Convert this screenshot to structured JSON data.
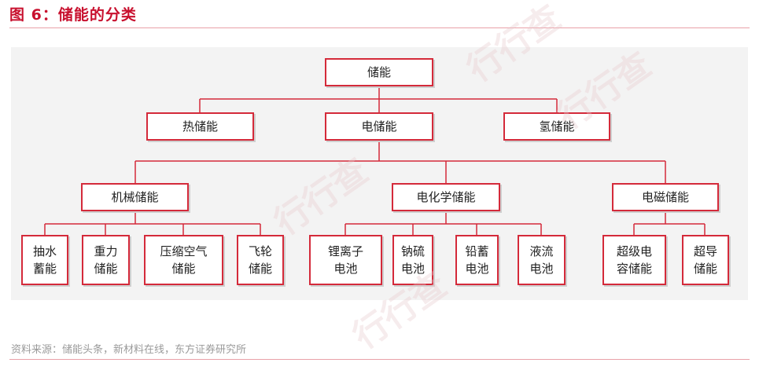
{
  "title": "图 6：储能的分类",
  "source": "资料来源：储能头条，新材料在线，东方证券研究所",
  "watermark": "行行查",
  "root": {
    "label": "储能"
  },
  "level1": [
    {
      "label": "热储能"
    },
    {
      "label": "电储能"
    },
    {
      "label": "氢储能"
    }
  ],
  "level2": [
    {
      "label": "机械储能"
    },
    {
      "label": "电化学储能"
    },
    {
      "label": "电磁储能"
    }
  ],
  "level3": [
    {
      "label": "抽水\n蓄能"
    },
    {
      "label": "重力\n储能"
    },
    {
      "label": "压缩空气\n储能"
    },
    {
      "label": "飞轮\n储能"
    },
    {
      "label": "锂离子\n电池"
    },
    {
      "label": "钠硫\n电池"
    },
    {
      "label": "铅蓄\n电池"
    },
    {
      "label": "液流\n电池"
    },
    {
      "label": "超级电\n容储能"
    },
    {
      "label": "超导\n储能"
    }
  ],
  "colors": {
    "accent": "#c8102e",
    "box_border": "#d42a3a",
    "connector": "#d42a3a"
  }
}
